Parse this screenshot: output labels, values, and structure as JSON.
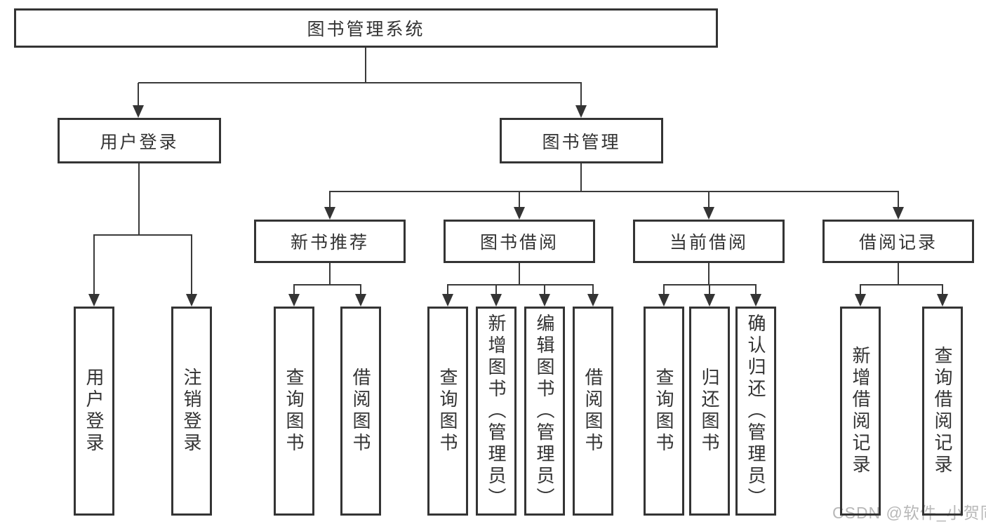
{
  "tree": {
    "root": "图书管理系统",
    "branches": [
      {
        "label": "用户登录",
        "children": [
          "用户登录",
          "注销登录"
        ]
      },
      {
        "label": "图书管理",
        "sections": [
          {
            "label": "新书推荐",
            "children": [
              "查询图书",
              "借阅图书"
            ]
          },
          {
            "label": "图书借阅",
            "children": [
              "查询图书",
              "新增图书（管理员）",
              "编辑图书（管理员）",
              "借阅图书"
            ]
          },
          {
            "label": "当前借阅",
            "children": [
              "查询图书",
              "归还图书",
              "确认归还（管理员）"
            ]
          },
          {
            "label": "借阅记录",
            "children": [
              "新增借阅记录",
              "查询借阅记录"
            ]
          }
        ]
      }
    ]
  },
  "watermark": {
    "text": "CSDN @软件_小贺同学"
  },
  "colors": {
    "line": "#343434",
    "text": "#333333",
    "background": "#ffffff",
    "watermark": "#b8b8b8"
  }
}
